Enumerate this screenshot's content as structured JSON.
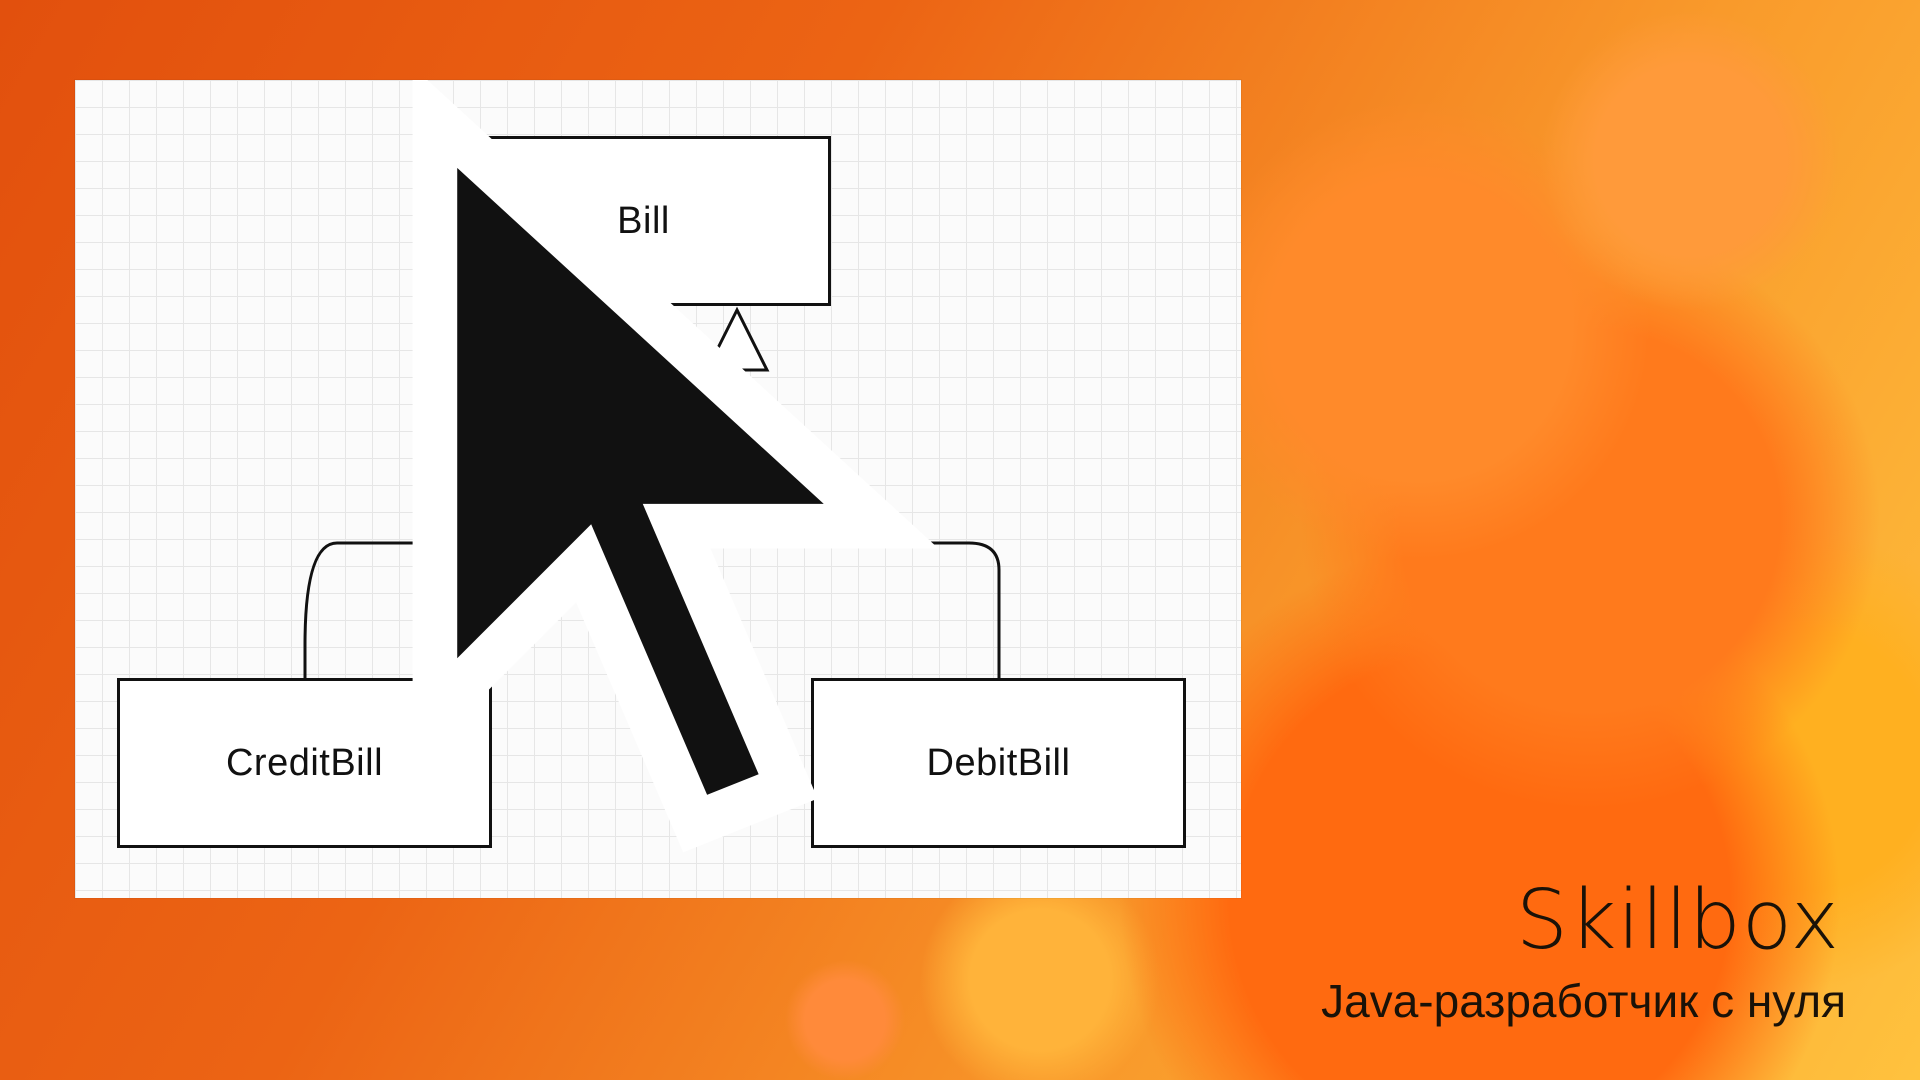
{
  "diagram": {
    "nodes": [
      {
        "id": "bill",
        "label": "Bill"
      },
      {
        "id": "credit",
        "label": "CreditBill"
      },
      {
        "id": "debit",
        "label": "DebitBill"
      }
    ],
    "edges": [
      {
        "from": "credit",
        "to": "bill",
        "type": "inheritance"
      },
      {
        "from": "debit",
        "to": "bill",
        "type": "inheritance"
      }
    ]
  },
  "brand": {
    "logo": "Skillbox",
    "course": "Java-разработчик с нуля"
  },
  "colors": {
    "accent": "#ec6414",
    "stroke": "#111111",
    "canvas": "#fbfbfb"
  },
  "icons": {
    "cursor": "mouse-pointer-icon"
  }
}
